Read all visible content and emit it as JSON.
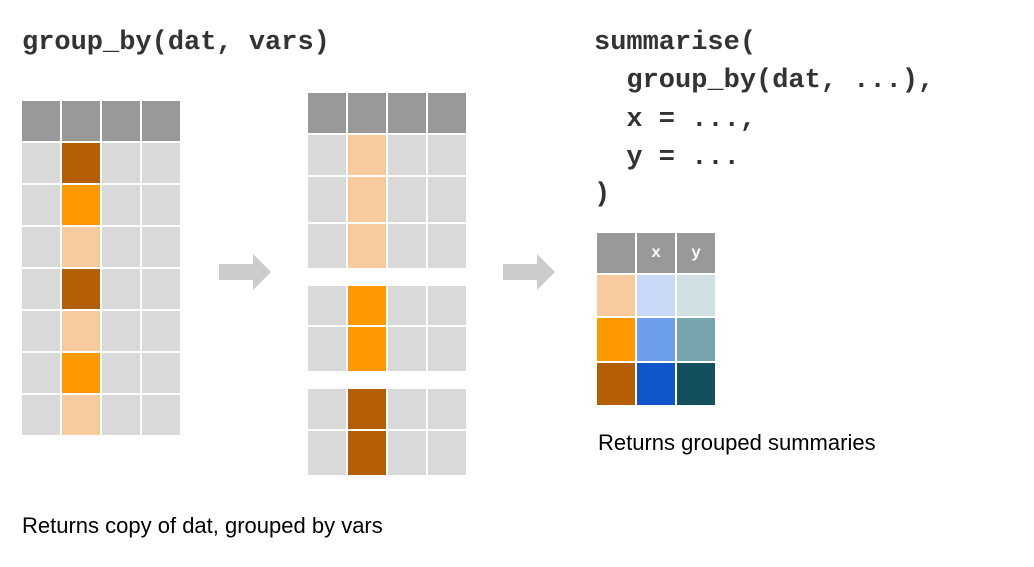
{
  "left_code": "group_by(dat, vars)",
  "right_code": [
    "summarise(",
    "  group_by(dat, ...),",
    "  x = ...,",
    "  y = ...",
    ")"
  ],
  "left_caption": "Returns copy of dat, grouped by vars",
  "right_caption": "Returns grouped summaries",
  "colors": {
    "header": "#999999",
    "cell": "#d9d9d9",
    "light": "#f8cb9e",
    "mid": "#ff9900",
    "dark": "#b45f06",
    "arrow": "#cccccc"
  },
  "original_table": {
    "group_column_colors": [
      "#b45f06",
      "#ff9900",
      "#f8cb9e",
      "#b45f06",
      "#f8cb9e",
      "#ff9900",
      "#f8cb9e"
    ]
  },
  "grouped_table": {
    "groups": [
      {
        "color": "#f8cb9e",
        "rows": 3
      },
      {
        "color": "#ff9900",
        "rows": 2
      },
      {
        "color": "#b45f06",
        "rows": 2
      }
    ]
  },
  "summary_table": {
    "headers": [
      "",
      "x",
      "y"
    ],
    "rows": [
      [
        "#f8cb9e",
        "#c9daf8",
        "#d0e0e3"
      ],
      [
        "#ff9900",
        "#6d9eeb",
        "#76a5af"
      ],
      [
        "#b45f06",
        "#1155cc",
        "#134f5c"
      ]
    ]
  }
}
